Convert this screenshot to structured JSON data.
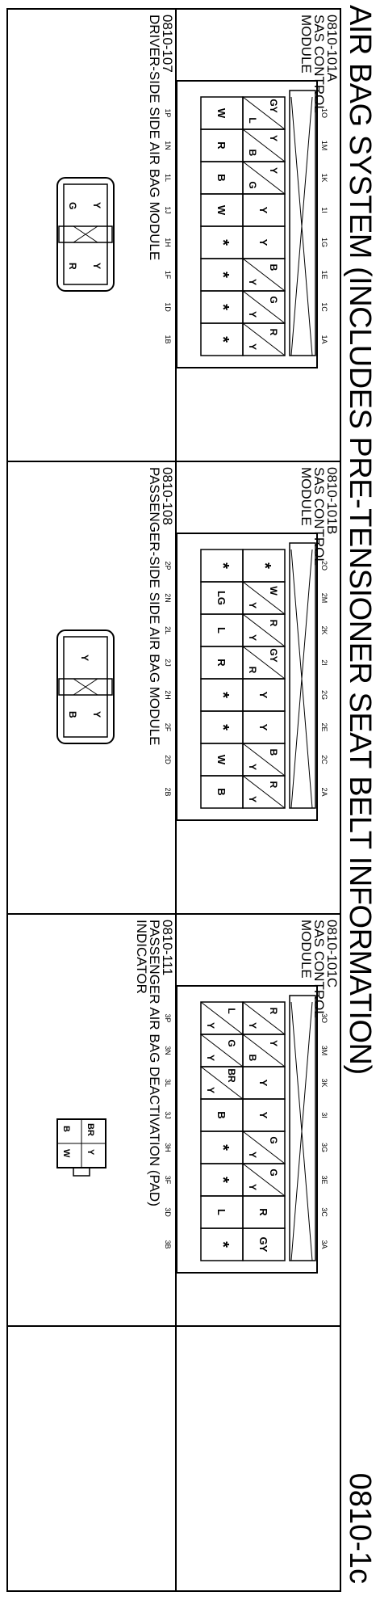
{
  "page": {
    "title": "AIR BAG SYSTEM (INCLUDES PRE-TENSIONER SEAT BELT INFORMATION)",
    "page_number": "0810-1c"
  },
  "connectors": [
    {
      "id": "0810-101A",
      "name_line1": "SAS CONTROL",
      "name_line2": "MODULE",
      "top_pins": [
        "1O",
        "1M",
        "1K",
        "1I",
        "1G",
        "1E",
        "1C",
        "1A"
      ],
      "bottom_pins": [
        "1P",
        "1N",
        "1L",
        "1J",
        "1H",
        "1F",
        "1D",
        "1B"
      ],
      "cavities": [
        [
          "GY",
          "L"
        ],
        [
          "Y",
          "B"
        ],
        [
          "Y",
          "G"
        ],
        [
          "Y",
          ""
        ],
        [
          "Y",
          ""
        ],
        [
          "B",
          "Y"
        ],
        [
          "G",
          "Y"
        ],
        [
          "R",
          "Y"
        ],
        [
          "W",
          ""
        ],
        [
          "R",
          ""
        ],
        [
          "B",
          ""
        ],
        [
          "W",
          ""
        ],
        [
          "*",
          ""
        ],
        [
          "*",
          ""
        ],
        [
          "*",
          ""
        ],
        [
          "*",
          ""
        ]
      ]
    },
    {
      "id": "0810-101B",
      "name_line1": "SAS CONTROL",
      "name_line2": "MODULE",
      "top_pins": [
        "2O",
        "2M",
        "2K",
        "2I",
        "2G",
        "2E",
        "2C",
        "2A"
      ],
      "bottom_pins": [
        "2P",
        "2N",
        "2L",
        "2J",
        "2H",
        "2F",
        "2D",
        "2B"
      ],
      "cavities": [
        [
          "*",
          ""
        ],
        [
          "W",
          "Y"
        ],
        [
          "R",
          "Y"
        ],
        [
          "GY",
          "R"
        ],
        [
          "Y",
          ""
        ],
        [
          "Y",
          ""
        ],
        [
          "B",
          "Y"
        ],
        [
          "R",
          "Y"
        ],
        [
          "*",
          ""
        ],
        [
          "LG",
          ""
        ],
        [
          "L",
          ""
        ],
        [
          "R",
          ""
        ],
        [
          "*",
          ""
        ],
        [
          "*",
          ""
        ],
        [
          "W",
          ""
        ],
        [
          "B",
          ""
        ]
      ]
    },
    {
      "id": "0810-101C",
      "name_line1": "SAS CONTROL",
      "name_line2": "MODULE",
      "top_pins": [
        "3O",
        "3M",
        "3K",
        "3I",
        "3G",
        "3E",
        "3C",
        "3A"
      ],
      "bottom_pins": [
        "3P",
        "3N",
        "3L",
        "3J",
        "3H",
        "3F",
        "3D",
        "3B"
      ],
      "cavities": [
        [
          "R",
          "Y"
        ],
        [
          "Y",
          "B"
        ],
        [
          "Y",
          ""
        ],
        [
          "Y",
          ""
        ],
        [
          "G",
          "Y"
        ],
        [
          "G",
          "Y"
        ],
        [
          "R",
          ""
        ],
        [
          "GY",
          ""
        ],
        [
          "L",
          "Y"
        ],
        [
          "G",
          "Y"
        ],
        [
          "BR",
          "Y"
        ],
        [
          "B",
          ""
        ],
        [
          "*",
          ""
        ],
        [
          "*",
          ""
        ],
        [
          "L",
          ""
        ],
        [
          "*",
          ""
        ]
      ]
    },
    {
      "id": "0810-107",
      "name_line1": "DRIVER-SIDE SIDE AIR BAG MODULE",
      "name_line2": "",
      "wires": [
        "Y",
        "G",
        "Y",
        "R"
      ]
    },
    {
      "id": "0810-108",
      "name_line1": "PASSENGER-SIDE SIDE AIR BAG MODULE",
      "name_line2": "",
      "wires": [
        "Y",
        "Y",
        "B"
      ]
    },
    {
      "id": "0810-111",
      "name_line1": "PASSENGER AIR BAG DEACTIVATION (PAD)",
      "name_line2": "INDICATOR",
      "wires": [
        "BR",
        "Y",
        "B",
        "W"
      ]
    }
  ]
}
